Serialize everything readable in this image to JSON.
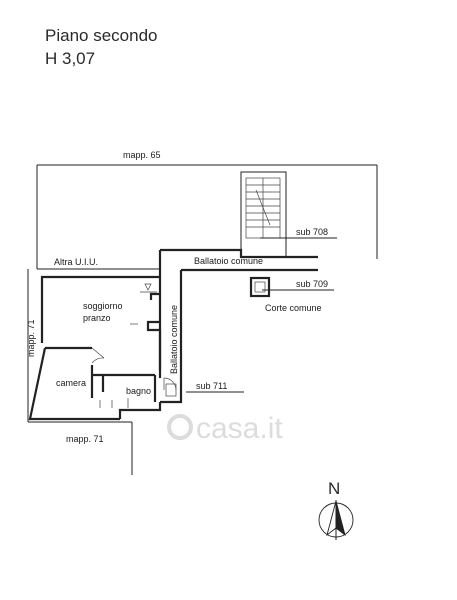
{
  "header": {
    "floor_title": "Piano secondo",
    "height_label": "H 3,07"
  },
  "labels": {
    "mapp_65": "mapp. 65",
    "altra_uiu": "Altra U.I.U.",
    "mapp_71_side": "mapp. 71",
    "mapp_71_bottom": "mapp. 71",
    "soggiorno": "soggiorno",
    "pranzo": "pranzo",
    "camera": "camera",
    "bagno": "bagno",
    "ballatoio_vertical": "Ballatoio comune",
    "ballatoio_top": "Ballatoio comune",
    "sub_708": "sub 708",
    "sub_709": "sub 709",
    "sub_711": "sub 711",
    "corte_comune": "Corte comune"
  },
  "compass": {
    "north": "N"
  },
  "watermark": {
    "text": "casa.it"
  }
}
